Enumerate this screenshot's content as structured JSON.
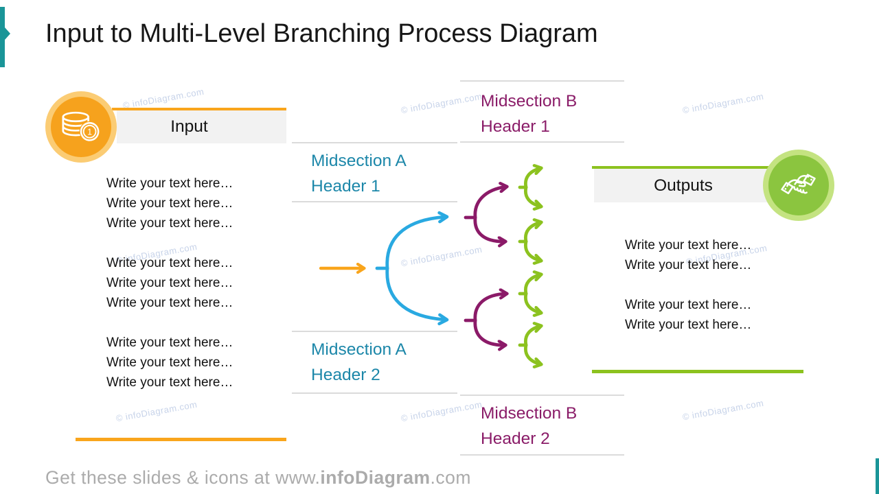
{
  "slide": {
    "title": "Input to Multi-Level Branching Process Diagram",
    "watermark": "© infoDiagram.com",
    "footer": {
      "prefix": "Get these slides & icons at www.",
      "brand": "infoDiagram",
      "suffix": ".com"
    }
  },
  "input": {
    "header": "Input",
    "icon": "coins-icon",
    "groups": [
      {
        "lines": [
          "Write your text here…",
          "Write your text here…",
          "Write your text here…"
        ]
      },
      {
        "lines": [
          "Write your text here…",
          "Write your text here…",
          "Write your text here…"
        ]
      },
      {
        "lines": [
          "Write your text here…",
          "Write your text here…",
          "Write your text here…"
        ]
      }
    ]
  },
  "midsections": {
    "a1": {
      "title": "Midsection A",
      "subtitle": "Header 1"
    },
    "a2": {
      "title": "Midsection A",
      "subtitle": "Header 2"
    },
    "b1": {
      "title": "Midsection B",
      "subtitle": "Header 1"
    },
    "b2": {
      "title": "Midsection B",
      "subtitle": "Header 2"
    }
  },
  "outputs": {
    "header": "Outputs",
    "icon": "handshake-icon",
    "groups": [
      {
        "lines": [
          "Write your text here…",
          "Write your text here…"
        ]
      },
      {
        "lines": [
          "Write your text here…",
          "Write your text here…"
        ]
      }
    ]
  },
  "colors": {
    "orange": "#F9A51C",
    "orange_light": "#FBCC74",
    "blue": "#29A9E1",
    "purple": "#8B1A68",
    "green": "#8CC21F",
    "green_light": "#C4E381",
    "teal_accent": "#1A9598",
    "midsection_a_text": "#1C87A9",
    "midsection_b_text": "#8A1C68",
    "header_bar_bg": "#F2F2F2",
    "separator_gray": "#DBDBDB",
    "watermark_text": "#C7D3E9",
    "footer_text": "#ABABAB"
  }
}
